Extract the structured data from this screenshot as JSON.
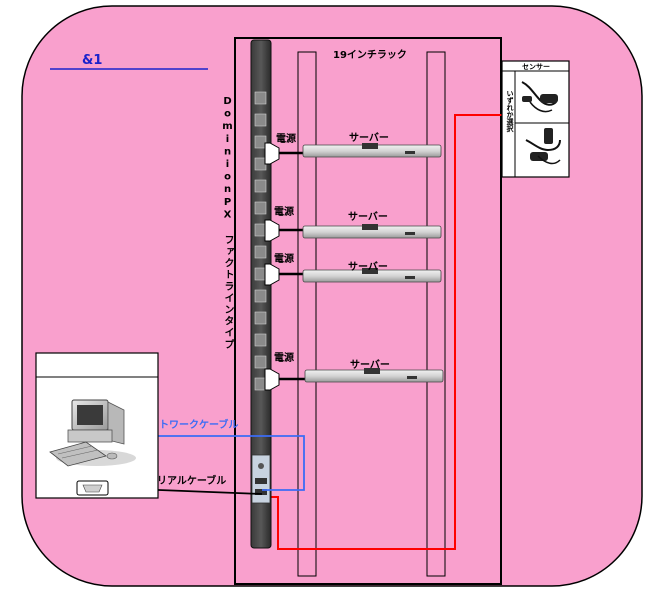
{
  "header": {
    "ref": "&1"
  },
  "rack": {
    "title": "19インチラック"
  },
  "pdu": {
    "vertical_label": "DominionPX ファクトラインタイプ"
  },
  "servers": [
    {
      "power_label": "電源",
      "server_label": "サーバー"
    },
    {
      "power_label": "電源",
      "server_label": "サーバー"
    },
    {
      "power_label": "電源",
      "server_label": "サーバー"
    },
    {
      "power_label": "電源",
      "server_label": "サーバー"
    }
  ],
  "sensor": {
    "title": "センサー",
    "note": "いずれか選択"
  },
  "cables": {
    "network": "ネットワークケーブル",
    "serial": "シリアルケーブル"
  },
  "colors": {
    "background": "#f9a0cd",
    "network_cable": "#3b6cf5",
    "sensor_cable": "#ff0000",
    "network_label": "#3b6cf5",
    "ref_label": "#1a22cc"
  }
}
